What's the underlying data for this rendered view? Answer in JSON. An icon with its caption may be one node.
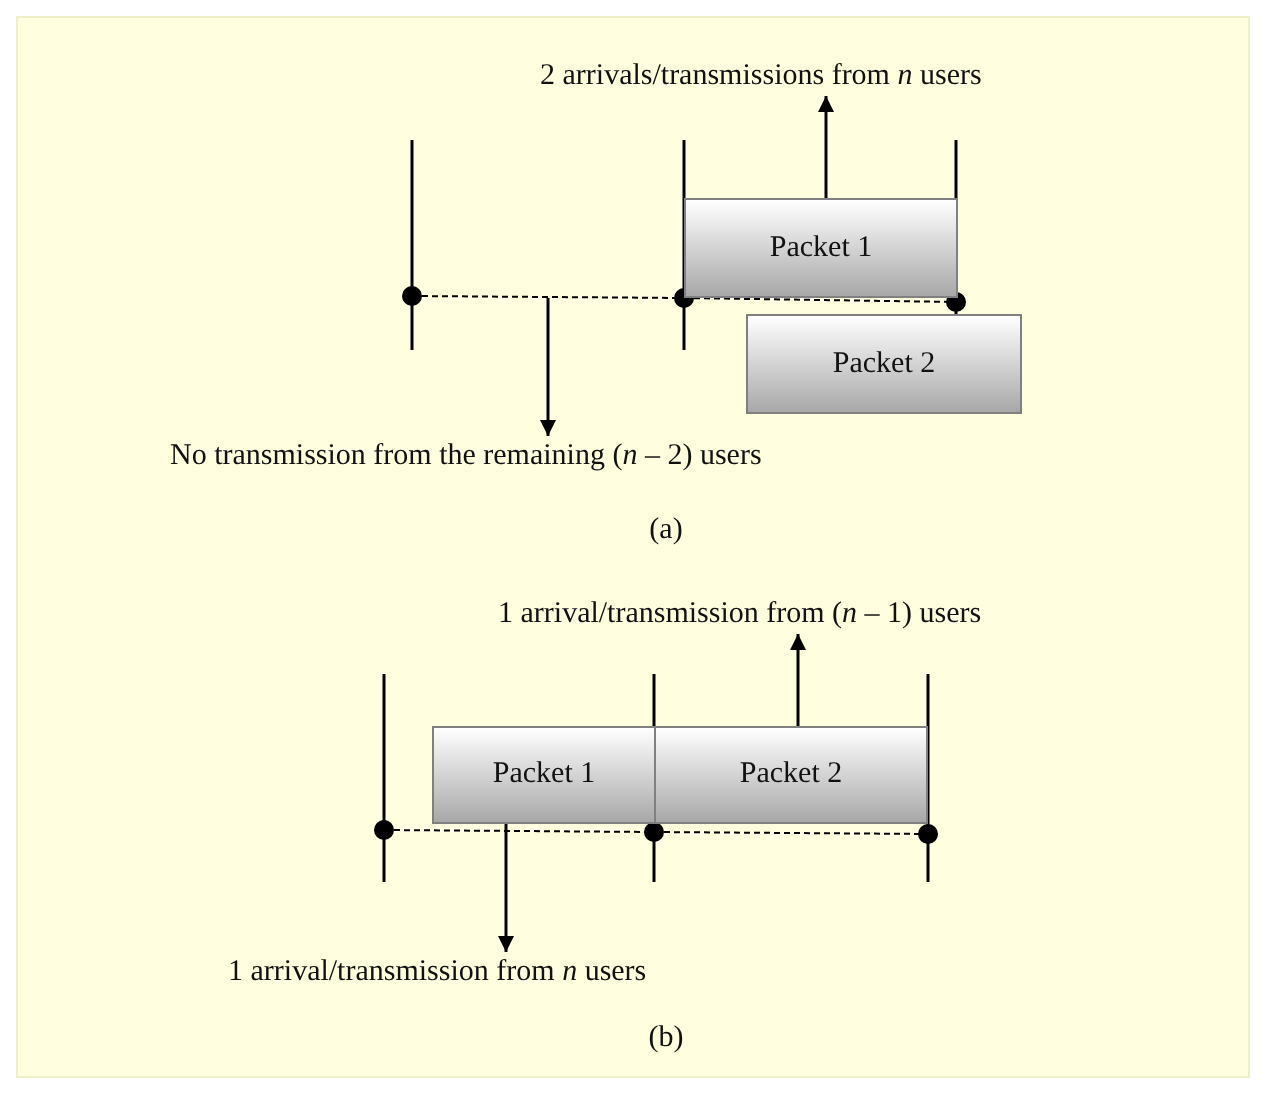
{
  "diagram": {
    "nodes": [
      {
        "text": [
          "2 arrivals/transmissions from *n* users"
        ]
      },
      {
        "text": [
          "Packet 1"
        ]
      },
      {
        "text": [
          "Packet 2"
        ]
      },
      {
        "text": [
          "No transmission from the remaining (*n* – 2) users"
        ]
      },
      {
        "text": [
          "1 arrival/transmission from (*n* – 1) users"
        ]
      },
      {
        "text": [
          "Packet 1"
        ]
      },
      {
        "text": [
          "Packet 2"
        ]
      },
      {
        "text": [
          "1 arrival/transmission from *n* users"
        ]
      }
    ],
    "edges": [
      {
        "from": 1,
        "to": 0,
        "arrow": "to"
      },
      {
        "from": null,
        "to": 3,
        "arrow": "to"
      },
      {
        "from": 6,
        "to": 4,
        "arrow": "to"
      },
      {
        "from": 5,
        "to": 7,
        "arrow": "to"
      }
    ],
    "labels": [
      "(a)",
      "(b)"
    ]
  }
}
